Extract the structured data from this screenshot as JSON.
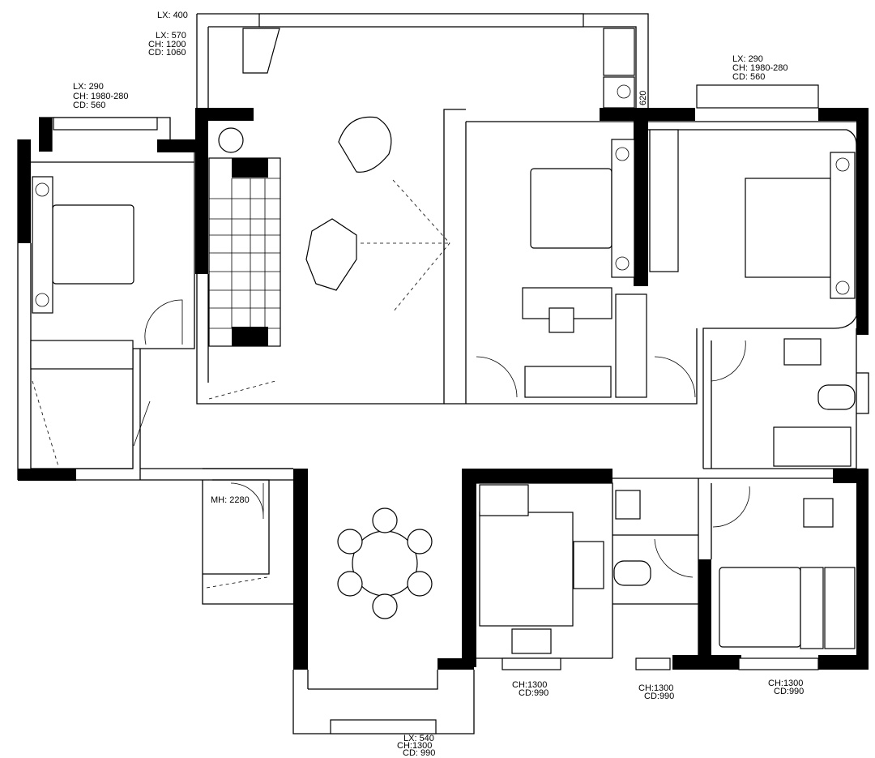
{
  "title": "Apartment floor plan",
  "annotations": {
    "balcony_top": {
      "lx": "LX: 400"
    },
    "balcony_window": {
      "lx": "LX: 570",
      "ch": "CH: 1200",
      "cd": "CD: 1060"
    },
    "left_bedroom_window": {
      "lx": "LX: 290",
      "ch": "CH: 1980-280",
      "cd": "CD: 560"
    },
    "master_bedroom_window": {
      "lx": "LX: 290",
      "ch": "CH: 1980-280",
      "cd": "CD: 560"
    },
    "kitchen_window": {
      "ch": "CH:1300",
      "cd": "CD:990"
    },
    "bath_window": {
      "ch": "CH:1300",
      "cd": "CD:990"
    },
    "bedroom3_window": {
      "ch": "CH:1300",
      "cd": "CD:990"
    },
    "dining_window": {
      "lx": "LX: 540",
      "ch": "CH:1300",
      "cd": "CD: 990"
    },
    "balcony_depth": "620",
    "entry_door": "MH: 2280"
  }
}
